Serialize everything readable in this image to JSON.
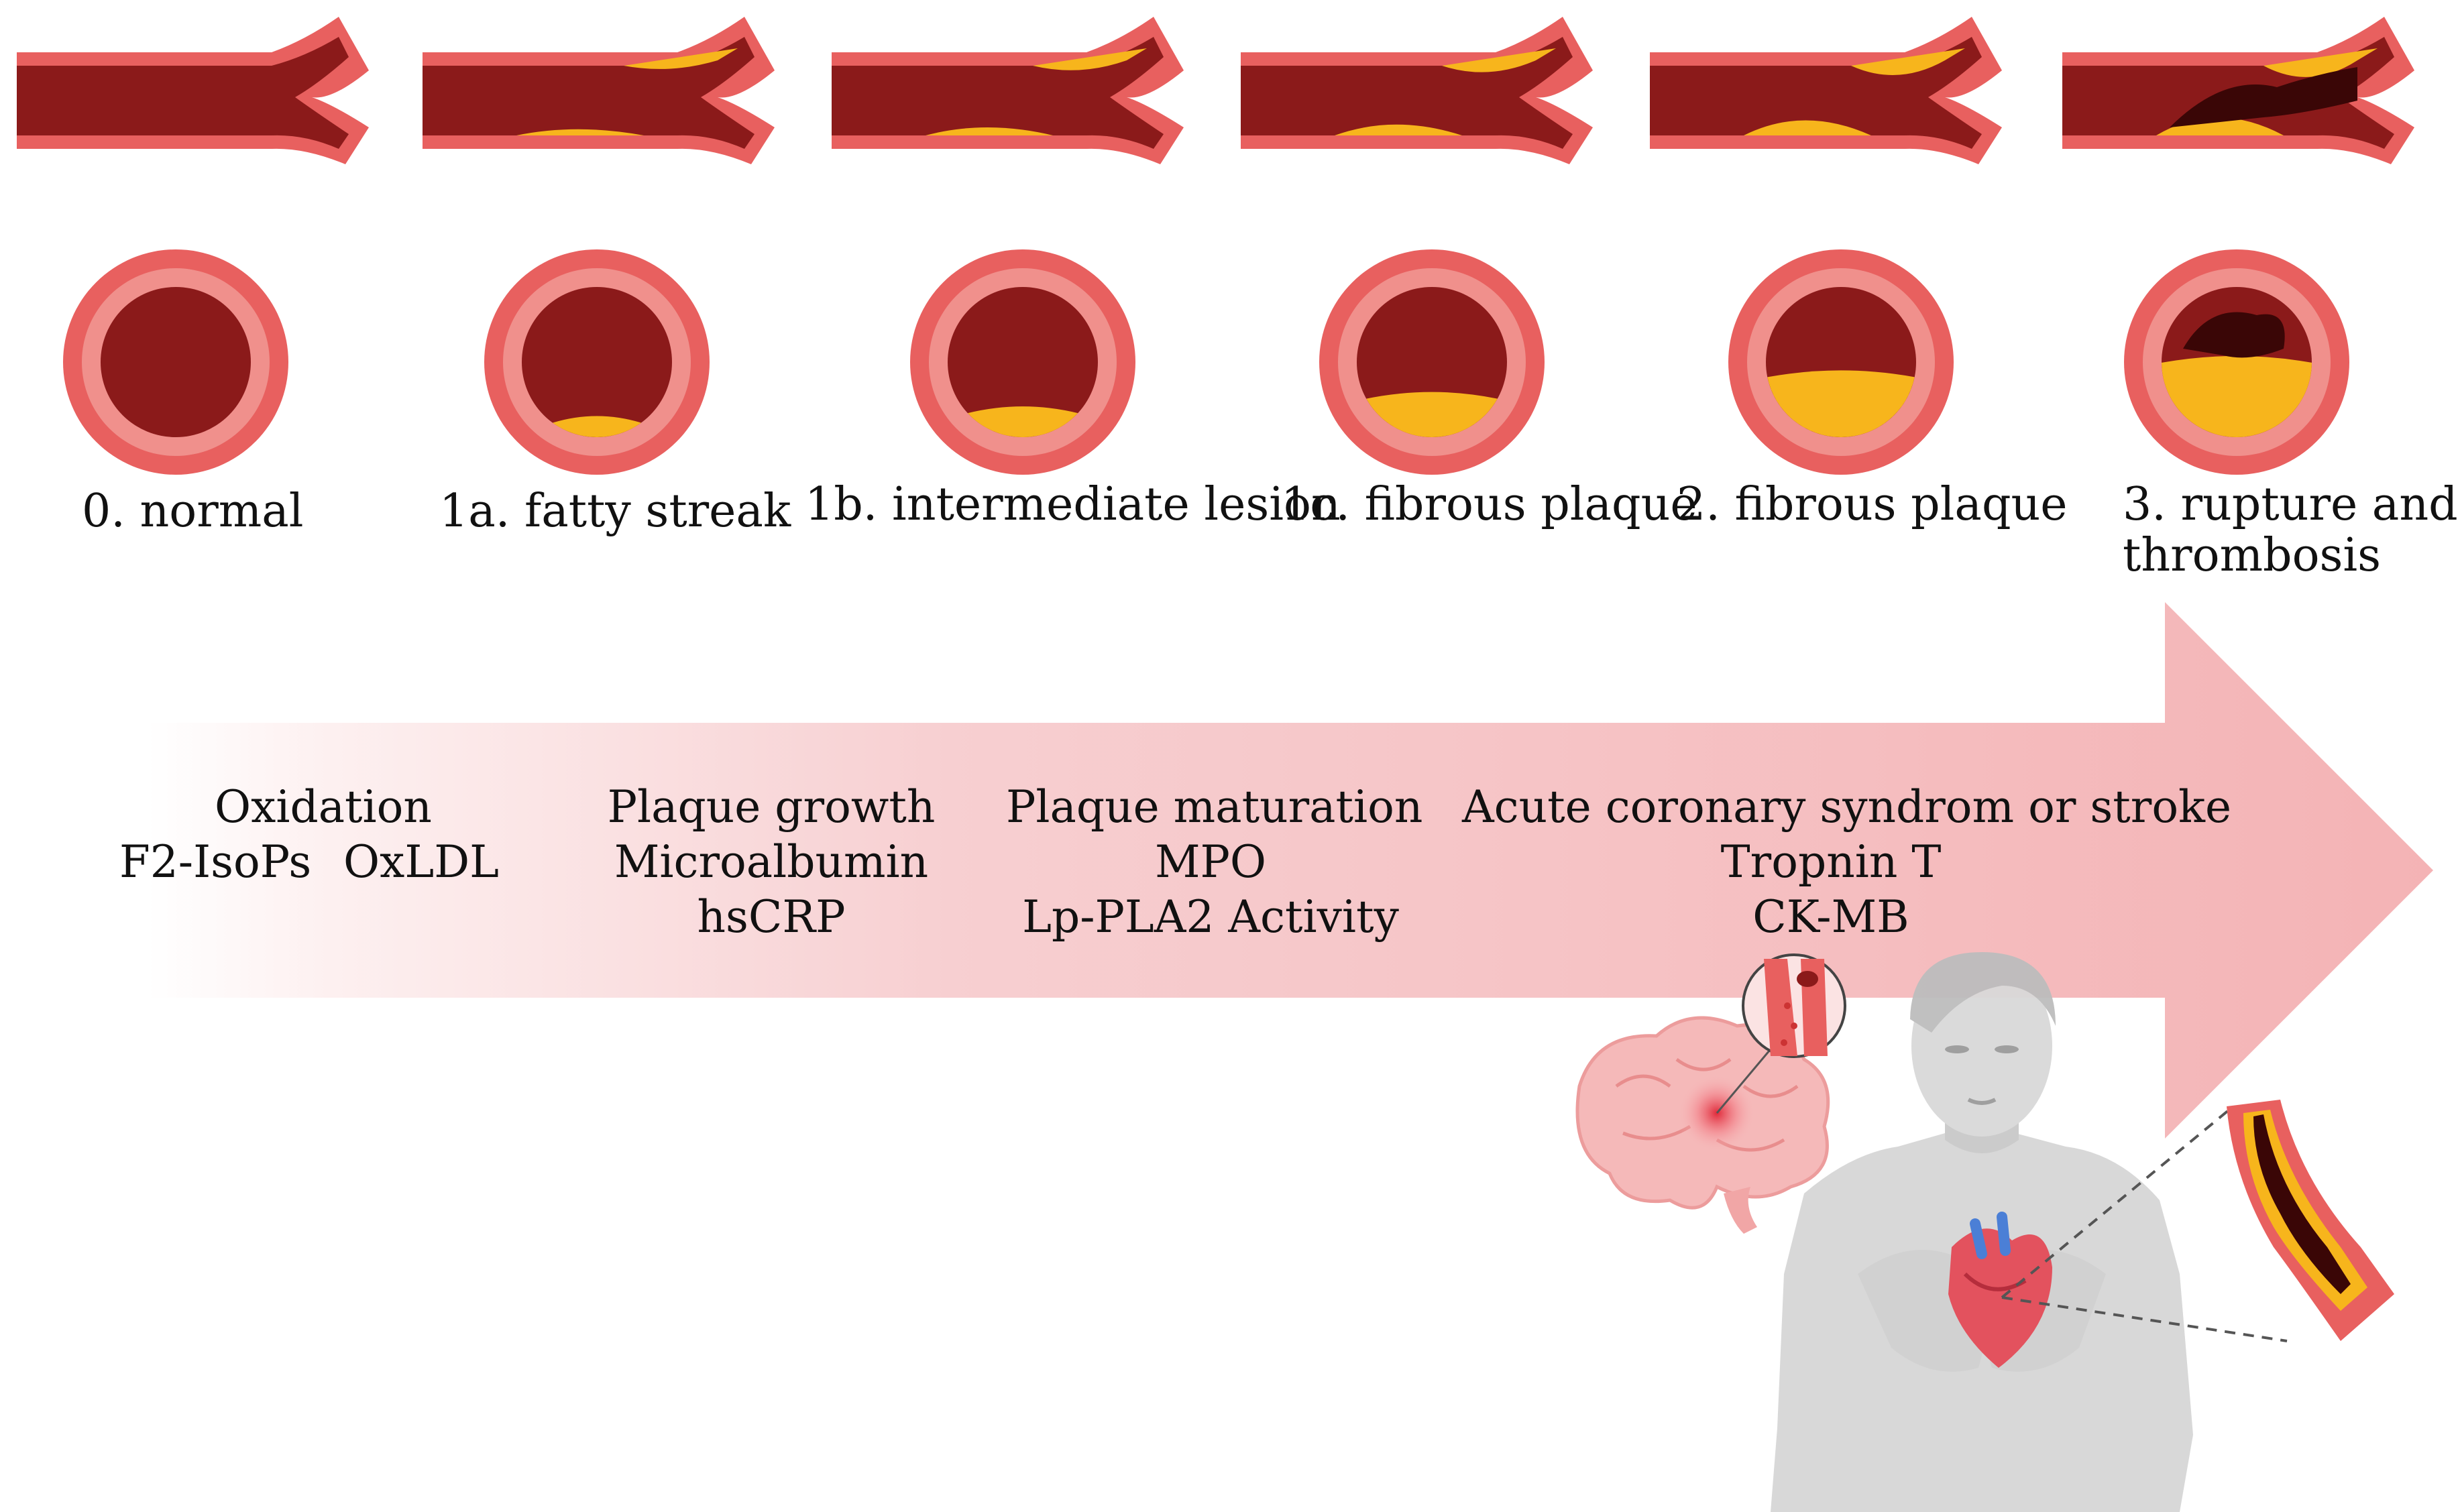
{
  "stages": [
    {
      "label": "0. normal",
      "plaque": "none"
    },
    {
      "label": "1a. fatty streak",
      "plaque": "thin"
    },
    {
      "label": "1b. intermediate lesion",
      "plaque": "moderate"
    },
    {
      "label": "1c. fibrous plaque",
      "plaque": "large"
    },
    {
      "label": "2. fibrous plaque",
      "plaque": "extensive"
    },
    {
      "label": "3. rupture and",
      "label_line2": "thrombosis",
      "plaque": "ruptured"
    }
  ],
  "markers": [
    {
      "heading": "Oxidation",
      "line1a": "F2-IsoPs",
      "line1b": "OxLDL"
    },
    {
      "heading": "Plaque growth",
      "line1": "Microalbumin",
      "line2": "hsCRP"
    },
    {
      "heading": "Plaque maturation",
      "line1": "MPO",
      "line2": "Lp-PLA2 Activity"
    },
    {
      "heading": "Acute coronary syndrom or stroke",
      "line1": "Tropnin T",
      "line2": "CK-MB"
    }
  ],
  "illustrations": [
    "brain-icon",
    "human-figure-icon",
    "heart-icon",
    "artery-closeup-icon"
  ],
  "colors": {
    "lumen": "#8b1a1a",
    "wall_outer": "#e8605f",
    "wall_inner": "#f0908c",
    "plaque": "#f7b51c",
    "thrombus": "#3a0606",
    "arrow_start": "#ffffff",
    "arrow_end": "#f4b3b5"
  }
}
